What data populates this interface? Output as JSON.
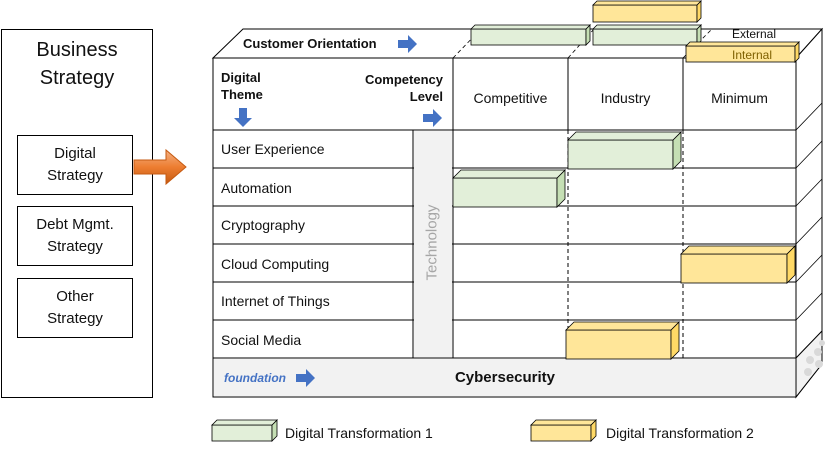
{
  "business_strategy": {
    "title": "Business\nStrategy",
    "items": [
      "Digital\nStrategy",
      "Debt Mgmt.\nStrategy",
      "Other\nStrategy"
    ]
  },
  "matrix": {
    "header_left": "Customer Orientation",
    "digital_theme": "Digital\nTheme",
    "competency_level": "Competency\nLevel",
    "columns": [
      "Competitive",
      "Industry",
      "Minimum"
    ],
    "rows": [
      "User Experience",
      "Automation",
      "Cryptography",
      "Cloud Computing",
      "Internet of Things",
      "Social Media"
    ],
    "technology_label": "Technology",
    "foundation_label": "foundation",
    "base_label": "Cybersecurity",
    "external_label": "External",
    "internal_label": "Internal"
  },
  "legend": {
    "dt1": "Digital Transformation 1",
    "dt2": "Digital Transformation 2"
  },
  "colors": {
    "dt1_fill": "#e2efd9",
    "dt1_side": "#c5dfb4",
    "dt2_fill": "#ffe699",
    "dt2_side": "#ffd966",
    "arrow_blue": "#4472c4",
    "arrow_orange": "#ed7d31",
    "base_fill": "#f2f2f2"
  }
}
